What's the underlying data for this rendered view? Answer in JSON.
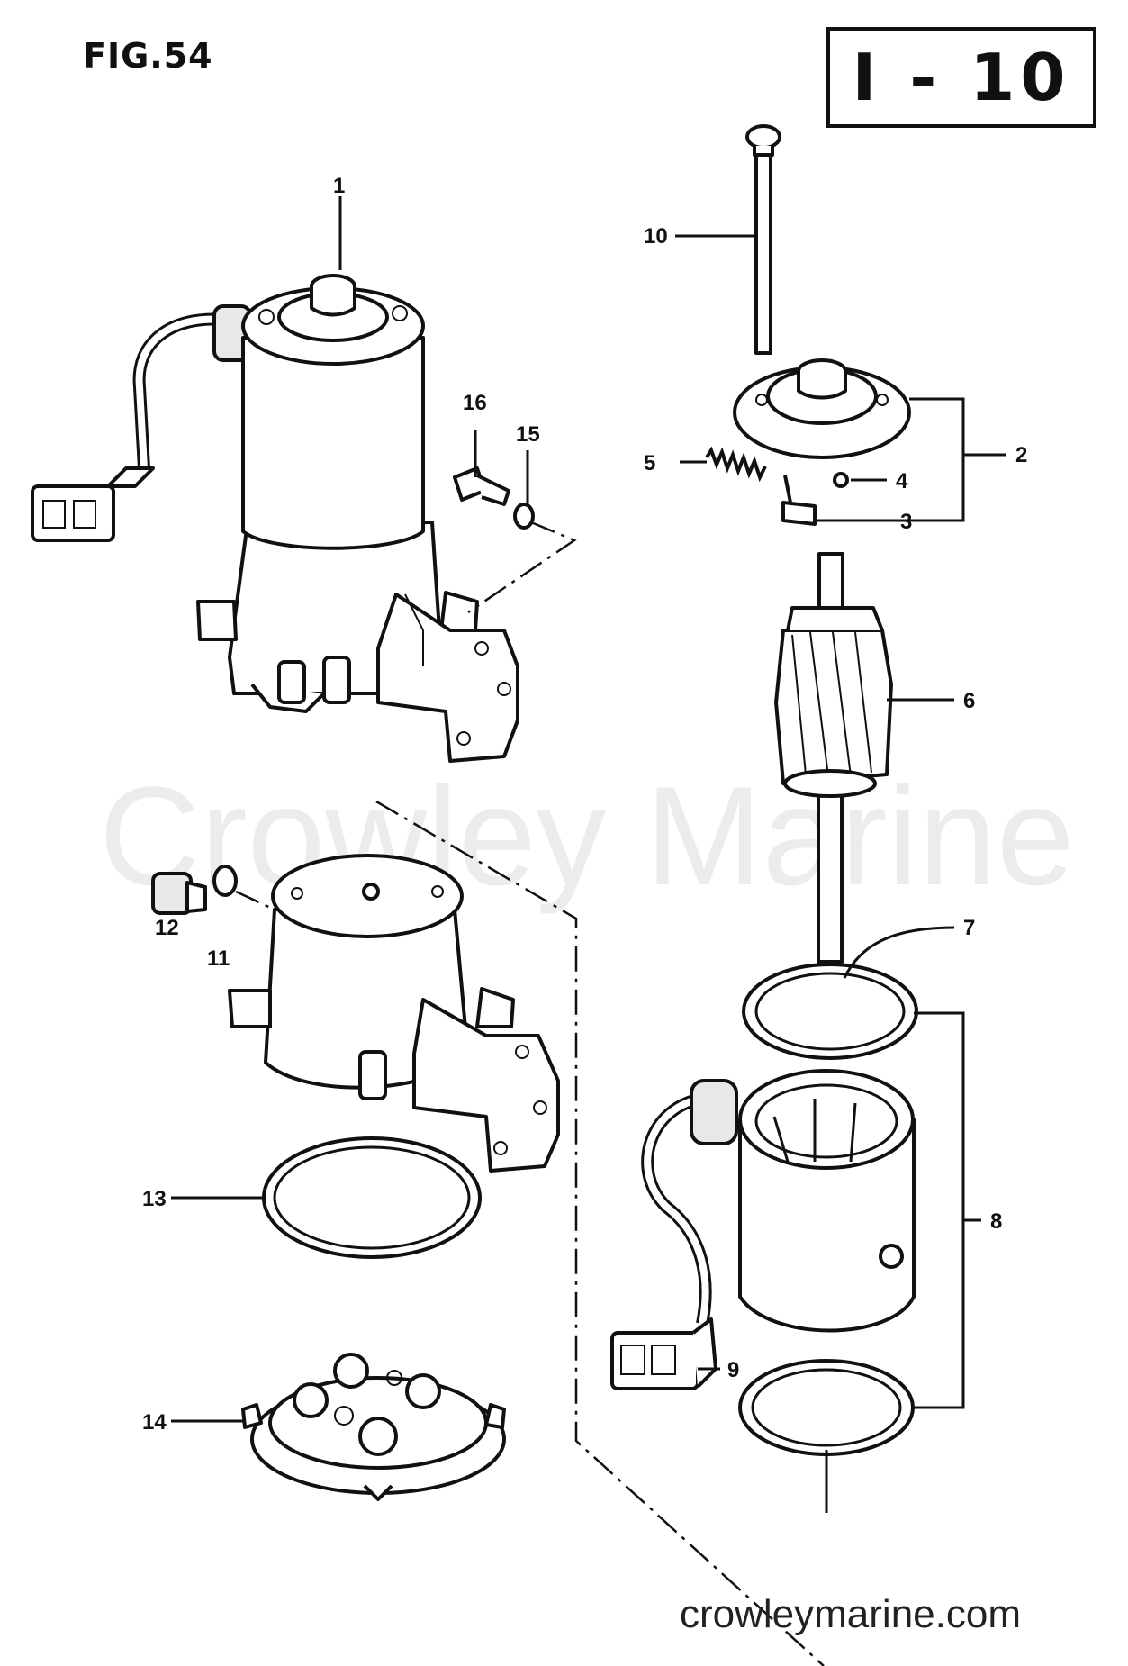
{
  "header": {
    "figure_label": "FIG.54",
    "page_code": "I - 10"
  },
  "watermark": "Crowley Marine",
  "footer": {
    "site": "crowleymarine.com"
  },
  "callouts": [
    {
      "id": "c1",
      "label": "1"
    },
    {
      "id": "c2",
      "label": "2"
    },
    {
      "id": "c3",
      "label": "3"
    },
    {
      "id": "c4",
      "label": "4"
    },
    {
      "id": "c5",
      "label": "5"
    },
    {
      "id": "c6",
      "label": "6"
    },
    {
      "id": "c7",
      "label": "7"
    },
    {
      "id": "c8",
      "label": "8"
    },
    {
      "id": "c9",
      "label": "9"
    },
    {
      "id": "c10",
      "label": "10"
    },
    {
      "id": "c11",
      "label": "11"
    },
    {
      "id": "c12",
      "label": "12"
    },
    {
      "id": "c13",
      "label": "13"
    },
    {
      "id": "c14",
      "label": "14"
    },
    {
      "id": "c15",
      "label": "15"
    },
    {
      "id": "c16",
      "label": "16"
    }
  ]
}
